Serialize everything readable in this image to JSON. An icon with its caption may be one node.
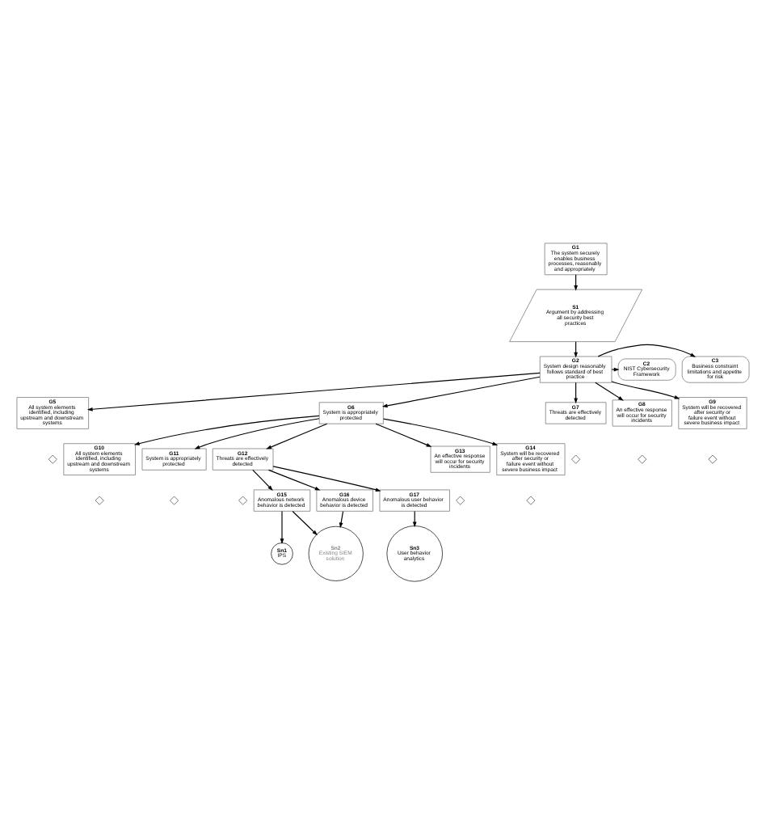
{
  "diagram": {
    "nodes": [
      {
        "text": [
          "G1",
          "The system securely enables business processes, reasonably and appropriately"
        ]
      },
      {
        "text": [
          "S1",
          "Argument by addressing all security best practices"
        ]
      },
      {
        "text": [
          "C2",
          "NIST Cybersecurity Framework"
        ]
      },
      {
        "text": [
          "C3",
          "Business constraint limitations and appetite for risk"
        ]
      },
      {
        "text": [
          "G2",
          "System design reasonably follows standard of best practice"
        ]
      },
      {
        "text": [
          "G5",
          "All system elements identified, including upstream and downstream systems"
        ]
      },
      {
        "text": [
          "G6",
          "System is appropriately protected"
        ]
      },
      {
        "text": [
          "G7",
          "Threats are effectively detected"
        ]
      },
      {
        "text": [
          "G8",
          "An effective response will occur for security incidents"
        ]
      },
      {
        "text": [
          "G9",
          "System will be recovered after security or failure event without severe business impact"
        ]
      },
      {
        "text": [],
        "shape": "diamond"
      },
      {
        "text": [],
        "shape": "diamond"
      },
      {
        "text": [],
        "shape": "diamond"
      },
      {
        "text": [],
        "shape": "diamond"
      },
      {
        "text": [
          "G10",
          "All system elements identified, including upstream and downstream systems"
        ]
      },
      {
        "text": [
          "G11",
          "System is appropriately protected"
        ]
      },
      {
        "text": [
          "G12",
          "Threats are effectively detected"
        ]
      },
      {
        "text": [
          "G13",
          "An effective response will occur for security incidents"
        ]
      },
      {
        "text": [
          "G14",
          "System will be recovered after security or failure event without severe business impact"
        ]
      },
      {
        "text": [],
        "shape": "diamond"
      },
      {
        "text": [],
        "shape": "diamond"
      },
      {
        "text": [],
        "shape": "diamond"
      },
      {
        "text": [],
        "shape": "diamond"
      },
      {
        "text": [],
        "shape": "diamond"
      },
      {
        "text": [
          "G15",
          "Anomalous network behavior is detected"
        ]
      },
      {
        "text": [
          "G16",
          "Anomalous device behavior is detected"
        ]
      },
      {
        "text": [
          "G17",
          "Anomalous user behavior is detected"
        ]
      },
      {
        "text": [
          "Sn1",
          "IPS"
        ]
      },
      {
        "text": [
          "Sn2",
          "Existing SIEM solution"
        ]
      },
      {
        "text": [
          "Sn3",
          "User behavior analytics"
        ]
      }
    ],
    "edges": [
      {
        "from": 0,
        "to": 1,
        "arrow": "to"
      },
      {
        "from": 1,
        "to": 4,
        "arrow": "to"
      },
      {
        "from": 4,
        "to": 2,
        "arrow": "to"
      },
      {
        "from": 4,
        "to": 3,
        "arrow": "to"
      },
      {
        "from": 4,
        "to": 5,
        "arrow": "to"
      },
      {
        "from": 4,
        "to": 6,
        "arrow": "to"
      },
      {
        "from": 4,
        "to": 7,
        "arrow": "to"
      },
      {
        "from": 4,
        "to": 8,
        "arrow": "to"
      },
      {
        "from": 4,
        "to": 9,
        "arrow": "to"
      },
      {
        "from": 6,
        "to": 14,
        "arrow": "to"
      },
      {
        "from": 6,
        "to": 15,
        "arrow": "to"
      },
      {
        "from": 6,
        "to": 16,
        "arrow": "to"
      },
      {
        "from": 6,
        "to": 17,
        "arrow": "to"
      },
      {
        "from": 6,
        "to": 18,
        "arrow": "to"
      },
      {
        "from": 16,
        "to": 24,
        "arrow": "to"
      },
      {
        "from": 16,
        "to": 25,
        "arrow": "to"
      },
      {
        "from": 16,
        "to": 26,
        "arrow": "to"
      },
      {
        "from": 24,
        "to": 27,
        "arrow": "to"
      },
      {
        "from": 24,
        "to": 28,
        "arrow": "to"
      },
      {
        "from": 25,
        "to": 28,
        "arrow": "to"
      },
      {
        "from": 26,
        "to": 29,
        "arrow": "to"
      }
    ]
  }
}
